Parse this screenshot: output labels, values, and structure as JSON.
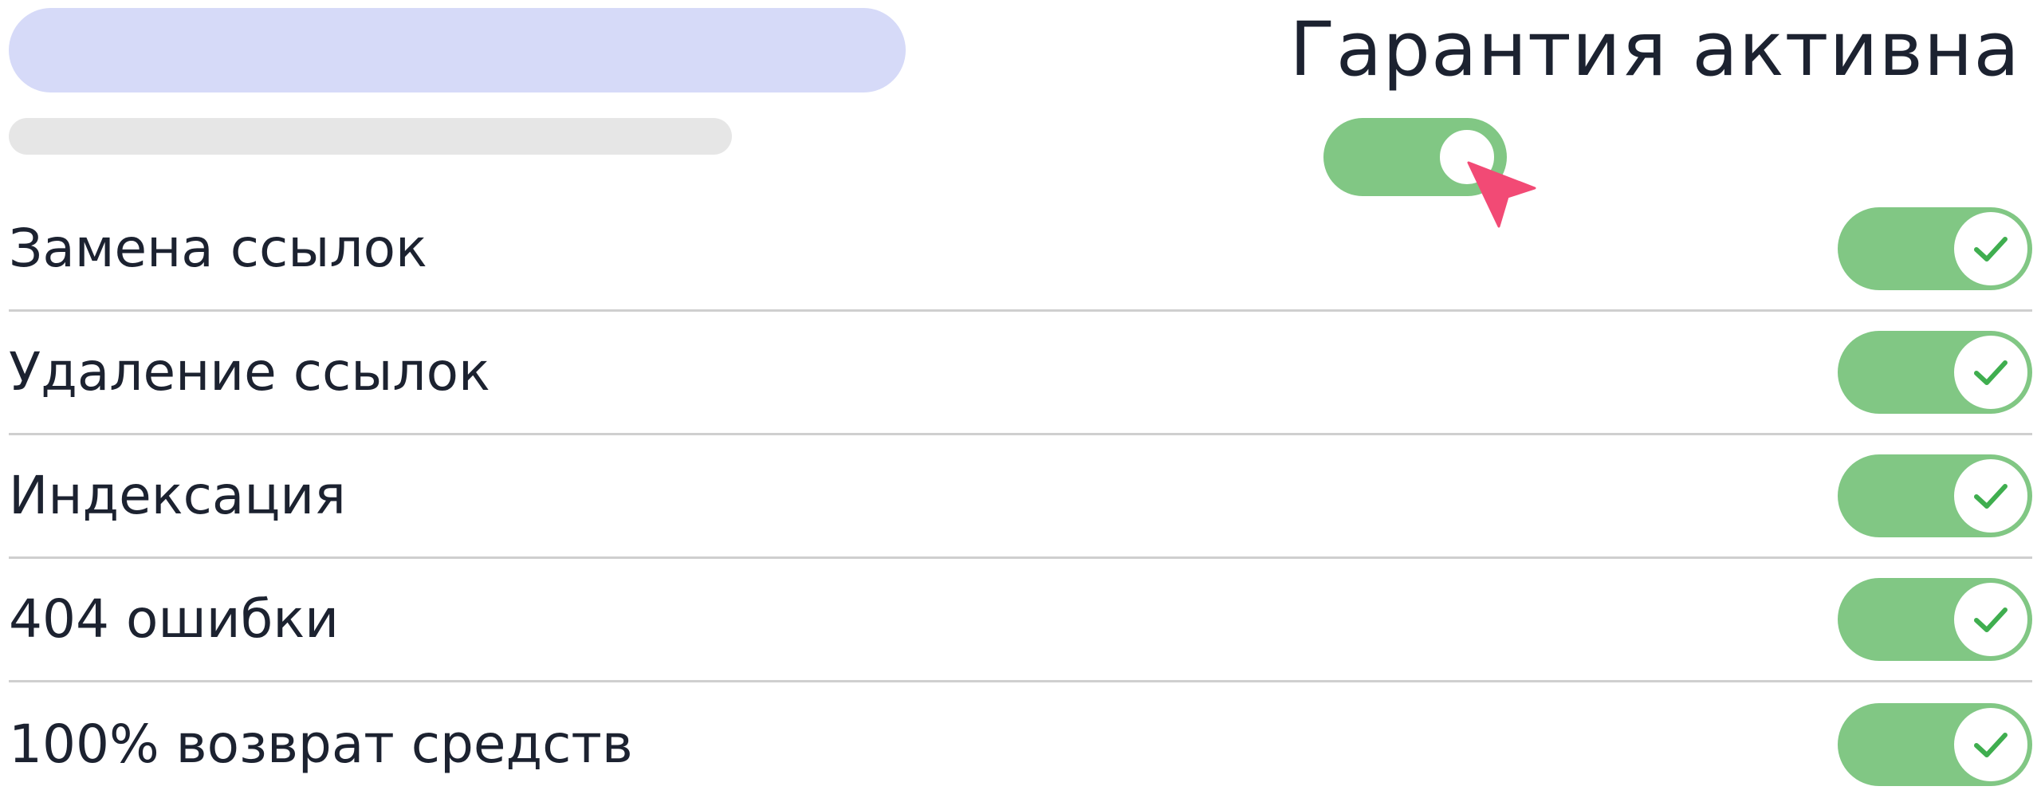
{
  "header": {
    "title": "Гарантия активна",
    "master_toggle": {
      "state": "on"
    }
  },
  "colors": {
    "toggle_on": "#81c784",
    "check": "#3fae4f",
    "placeholder_large": "#d6daf8",
    "placeholder_small": "#e6e6e6",
    "cursor": "#f24a75",
    "text": "#1c2230"
  },
  "features": [
    {
      "label": "Замена ссылок",
      "state": "on",
      "icon": "check-icon"
    },
    {
      "label": "Удаление ссылок",
      "state": "on",
      "icon": "check-icon"
    },
    {
      "label": "Индексация",
      "state": "on",
      "icon": "check-icon"
    },
    {
      "label": "404 ошибки",
      "state": "on",
      "icon": "check-icon"
    },
    {
      "label": "100% возврат средств",
      "state": "on",
      "icon": "check-icon"
    }
  ]
}
